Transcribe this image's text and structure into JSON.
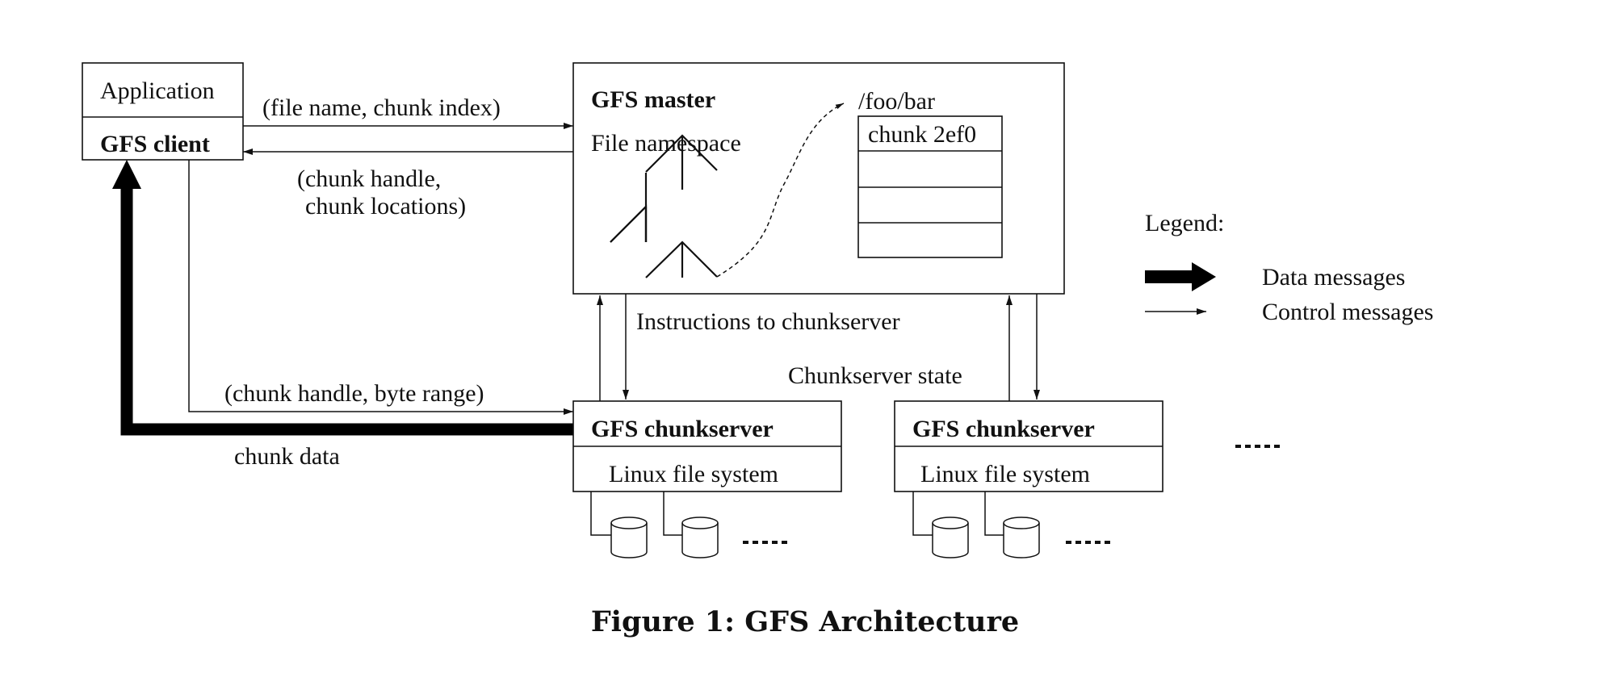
{
  "client": {
    "application_label": "Application",
    "client_label": "GFS client"
  },
  "master": {
    "title": "GFS master",
    "namespace_label": "File namespace",
    "file_path": "/foo/bar",
    "chunk_label": "chunk 2ef0"
  },
  "messages": {
    "request": "(file name, chunk index)",
    "reply_line1": "(chunk handle,",
    "reply_line2": "chunk locations)",
    "instructions": "Instructions to chunkserver",
    "chunkserver_state": "Chunkserver state",
    "data_request": "(chunk handle, byte range)",
    "chunk_data": "chunk data"
  },
  "chunkservers": [
    {
      "title": "GFS chunkserver",
      "fs_label": "Linux file system"
    },
    {
      "title": "GFS chunkserver",
      "fs_label": "Linux file system"
    }
  ],
  "legend": {
    "title": "Legend:",
    "data_label": "Data messages",
    "control_label": "Control messages"
  },
  "caption": "Figure 1: GFS Architecture"
}
